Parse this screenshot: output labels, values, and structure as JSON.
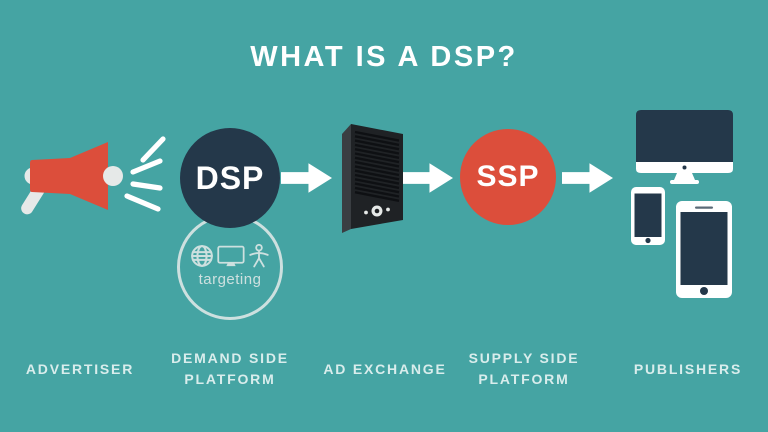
{
  "title": "WHAT IS A DSP?",
  "colors": {
    "background": "#45A4A3",
    "dark_navy": "#24384A",
    "accent_red": "#DC4E3B",
    "white": "#FFFFFF",
    "light_gray": "#E6E9E8",
    "label_text": "#D9EDEC",
    "outline_light": "#CDE0DF",
    "server_front": "#1F2225",
    "server_side": "#3A3E42",
    "server_slat": "#0E1013"
  },
  "stages": [
    {
      "name": "advertiser",
      "label": "ADVERTISER",
      "icon": "megaphone-icon"
    },
    {
      "name": "dsp",
      "label": "DEMAND SIDE PLATFORM",
      "abbr": "DSP"
    },
    {
      "name": "ad_exchange",
      "label": "AD EXCHANGE",
      "icon": "server-icon"
    },
    {
      "name": "ssp",
      "label": "SUPPLY SIDE PLATFORM",
      "abbr": "SSP"
    },
    {
      "name": "publishers",
      "label": "PUBLISHERS",
      "icons": [
        "desktop-computer-icon",
        "smartphone-icon",
        "tablet-icon"
      ]
    }
  ],
  "targeting": {
    "label": "targeting",
    "icons": [
      "globe-icon",
      "monitor-icon",
      "person-icon"
    ]
  }
}
